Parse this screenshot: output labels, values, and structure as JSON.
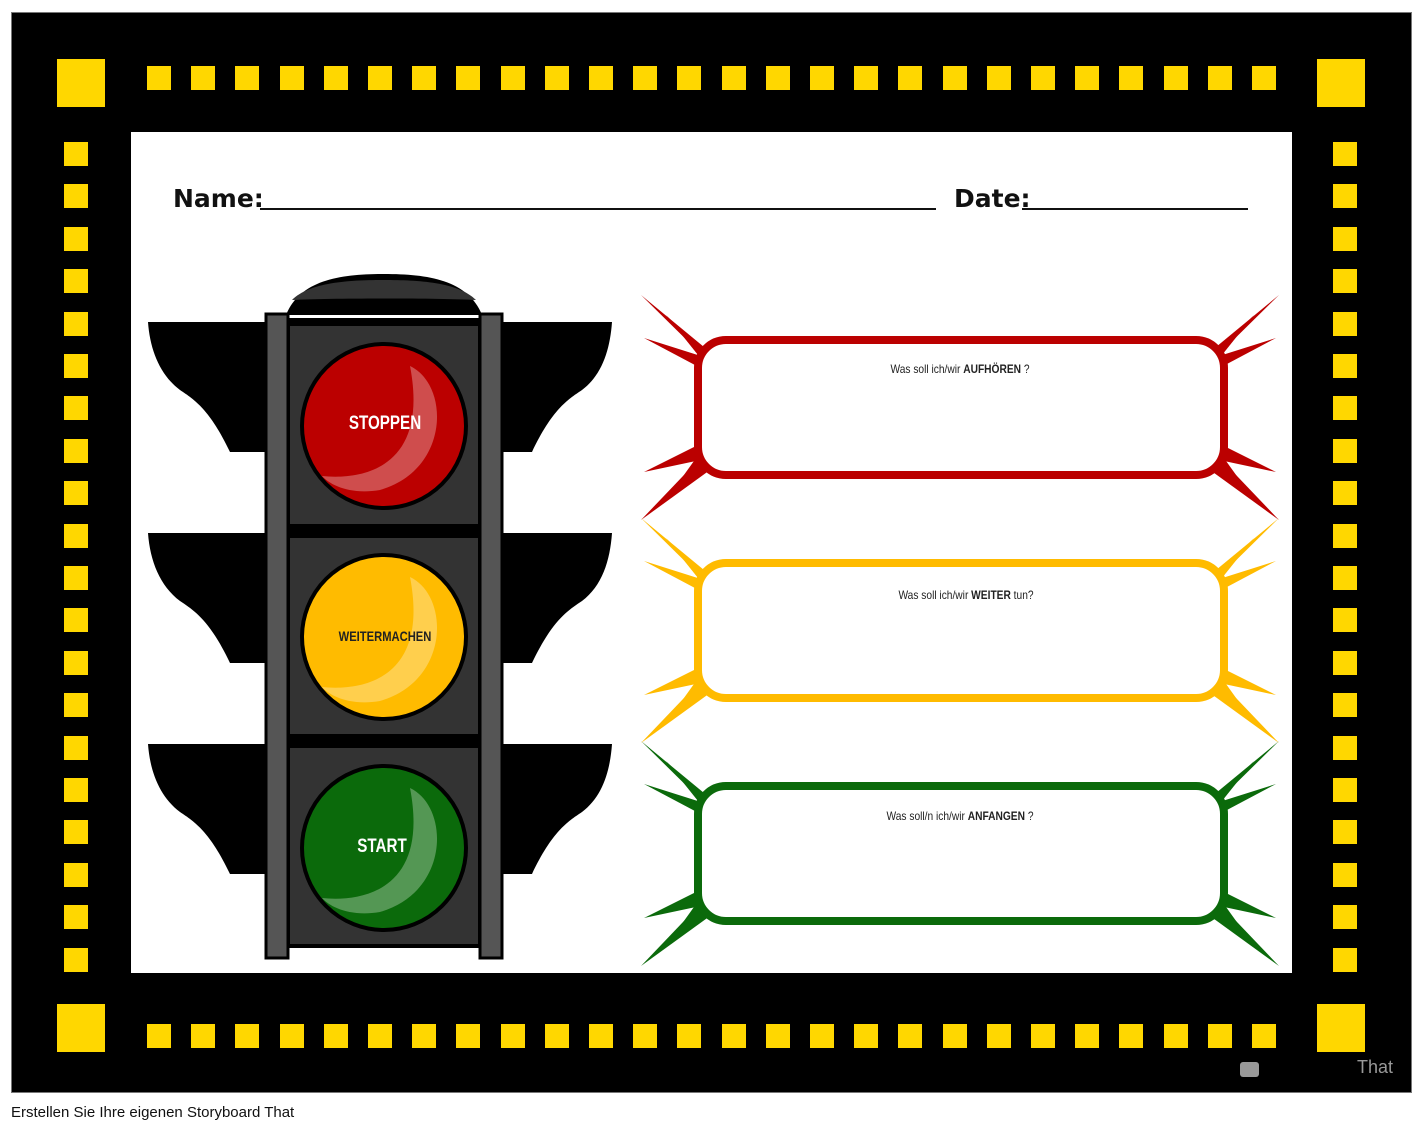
{
  "worksheet": {
    "name_label": "Name:",
    "date_label": "Date:"
  },
  "traffic_light": {
    "red": "STOPPEN",
    "yellow": "WEITERMACHEN",
    "green": "START"
  },
  "boxes": [
    {
      "prefix": "Was soll ich/wir ",
      "emph": "AUFHÖREN",
      "suffix": " ?",
      "color": "#BB0000"
    },
    {
      "prefix": "Was soll ich/wir ",
      "emph": "WEITER",
      "suffix": " tun?",
      "color": "#FFBB00"
    },
    {
      "prefix": "Was soll/n ich/wir ",
      "emph": "ANFANGEN",
      "suffix": " ?",
      "color": "#0B6A0B"
    }
  ],
  "colors": {
    "border": "#000000",
    "squares": "#FFD700"
  },
  "watermark": {
    "text": "That",
    "icon": "speech-bubble-icon"
  },
  "footer": "Erstellen Sie Ihre eigenen Storyboard That"
}
